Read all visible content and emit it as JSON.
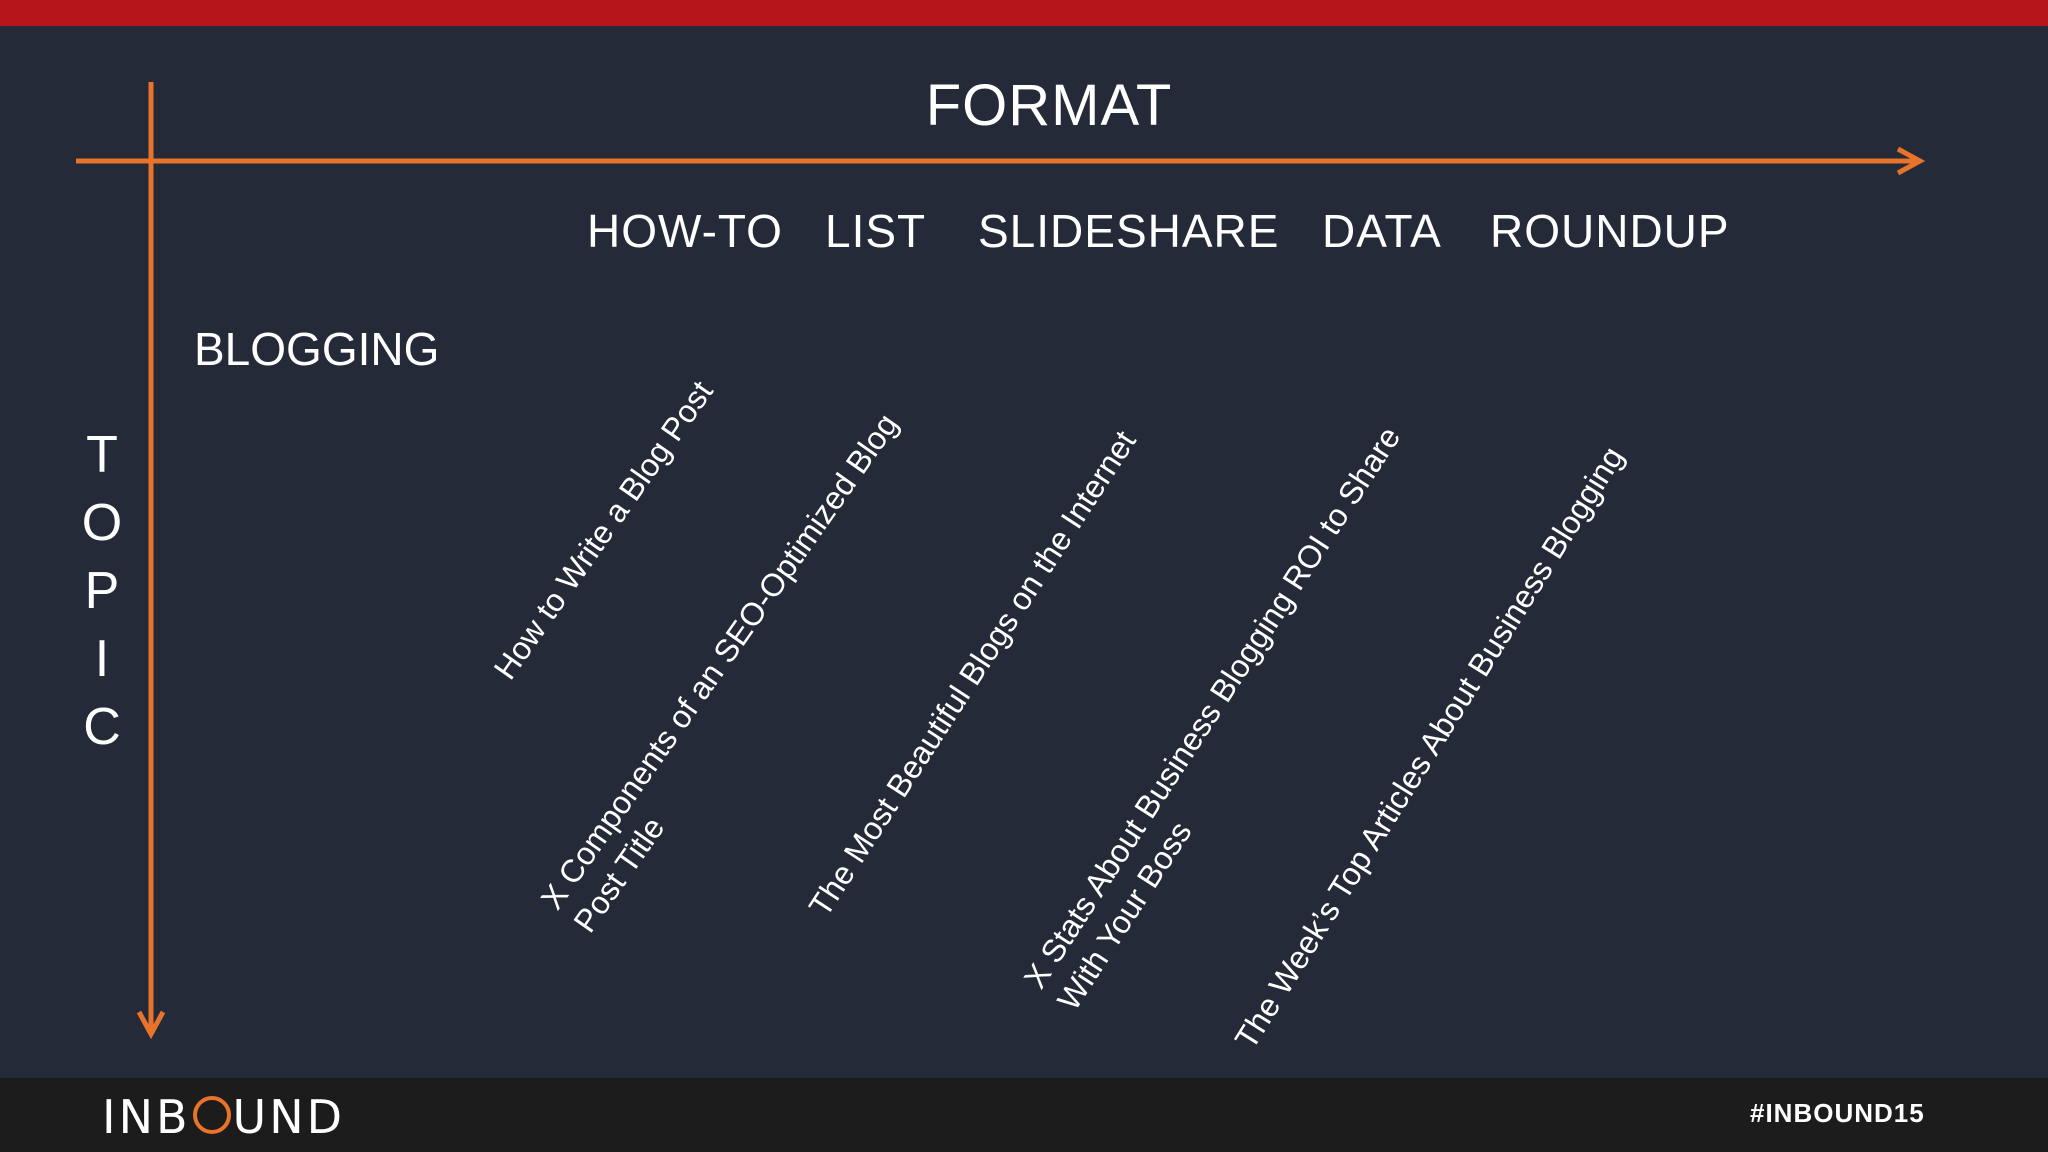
{
  "theme": {
    "accent": "#e8732a",
    "top_bar": "#b5141a",
    "background": "#252a38",
    "footer": "#1c1c1c"
  },
  "axes": {
    "horizontal_label": "FORMAT",
    "vertical_label": "TOPIC"
  },
  "columns": [
    "HOW-TO",
    "LIST",
    "SLIDESHARE",
    "DATA",
    "ROUNDUP"
  ],
  "rows": [
    "BLOGGING"
  ],
  "cells": [
    {
      "line1": "How to Write a Blog Post",
      "line2": ""
    },
    {
      "line1": "X Components of an SEO-Optimized Blog",
      "line2": "Post Title"
    },
    {
      "line1": "The Most Beautiful Blogs on the Internet",
      "line2": ""
    },
    {
      "line1": "X Stats About Business Blogging ROI to Share",
      "line2": "With Your Boss"
    },
    {
      "line1": "The Week’s Top Articles About Business Blogging",
      "line2": ""
    }
  ],
  "footer": {
    "logo_text": "INBOUND",
    "hashtag": "#INBOUND15"
  }
}
